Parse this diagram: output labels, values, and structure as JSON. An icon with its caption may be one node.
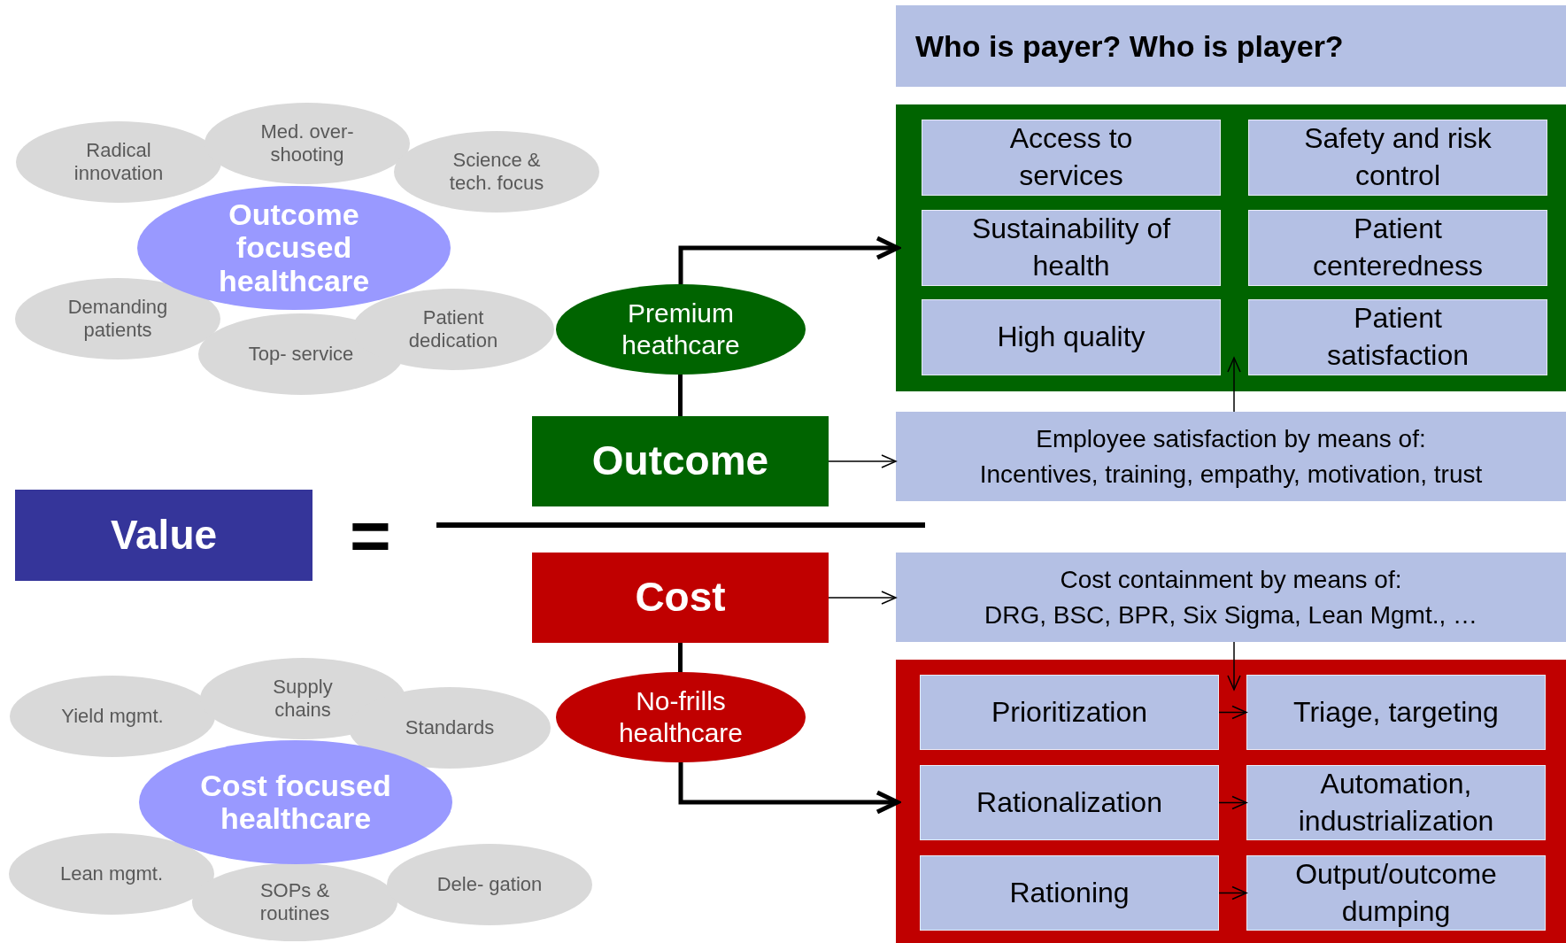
{
  "diagram": {
    "nodes": [
      {
        "text": [
          "Radical innovation"
        ]
      },
      {
        "text": [
          "Med. over- shooting"
        ]
      },
      {
        "text": [
          "Science & tech. focus"
        ]
      },
      {
        "text": [
          "Outcome focused healthcare"
        ]
      },
      {
        "text": [
          "Demanding patients"
        ]
      },
      {
        "text": [
          "Top- service"
        ]
      },
      {
        "text": [
          "Patient dedication"
        ]
      },
      {
        "text": [
          "Premium heathcare"
        ]
      },
      {
        "text": [
          "Outcome"
        ]
      },
      {
        "text": [
          "Value"
        ]
      },
      {
        "text": [
          "Cost"
        ]
      },
      {
        "text": [
          "No-frills healthcare"
        ]
      },
      {
        "text": [
          "Yield mgmt."
        ]
      },
      {
        "text": [
          "Supply chains"
        ]
      },
      {
        "text": [
          "Standards"
        ]
      },
      {
        "text": [
          "Cost focused healthcare"
        ]
      },
      {
        "text": [
          "Lean mgmt."
        ]
      },
      {
        "text": [
          "SOPs & routines"
        ]
      },
      {
        "text": [
          "Dele- gation"
        ]
      },
      {
        "text": [],
        "shape": "box"
      },
      {
        "text": [
          "Access to services"
        ],
        "in": 19
      },
      {
        "text": [
          "Safety and risk control"
        ],
        "in": 19
      },
      {
        "text": [
          "Sustainability of health"
        ],
        "in": 19
      },
      {
        "text": [
          "Patient centeredness"
        ],
        "in": 19
      },
      {
        "text": [
          "High quality"
        ],
        "in": 19
      },
      {
        "text": [
          "Patient satisfaction"
        ],
        "in": 19
      },
      {
        "text": [
          "Employee satisfaction by means of:",
          "Incentives, training, empathy, motivation, trust"
        ]
      },
      {
        "text": [
          "Cost containment by means of:",
          "DRG, BSC, BPR, Six Sigma, Lean Mgmt., …"
        ]
      },
      {
        "text": [],
        "shape": "box"
      },
      {
        "text": [
          "Prioritization"
        ],
        "in": 28
      },
      {
        "text": [
          "Triage, targeting"
        ],
        "in": 28
      },
      {
        "text": [
          "Rationalization"
        ],
        "in": 28
      },
      {
        "text": [
          "Automation, industrialization"
        ],
        "in": 28
      },
      {
        "text": [
          "Rationing"
        ],
        "in": 28
      },
      {
        "text": [
          "Output/outcome dumping"
        ],
        "in": 28
      },
      {
        "text": [
          "Who is payer? Who is player?"
        ]
      }
    ],
    "edges": [
      {
        "from": 8,
        "to": 7,
        "arrow": "none",
        "style": "thick"
      },
      {
        "from": 7,
        "to": 19,
        "arrow": "to",
        "style": "thick"
      },
      {
        "from": 8,
        "to": 26,
        "arrow": "to"
      },
      {
        "from": 26,
        "to": 19,
        "arrow": "to"
      },
      {
        "from": 10,
        "to": 11,
        "arrow": "none",
        "style": "thick"
      },
      {
        "from": 11,
        "to": 28,
        "arrow": "to",
        "style": "thick"
      },
      {
        "from": 10,
        "to": 27,
        "arrow": "to"
      },
      {
        "from": 27,
        "to": 28,
        "arrow": "to"
      },
      {
        "from": 29,
        "to": 30,
        "arrow": "to"
      },
      {
        "from": 31,
        "to": 32,
        "arrow": "to"
      },
      {
        "from": 33,
        "to": 34,
        "arrow": "to"
      }
    ],
    "labels": [
      "="
    ]
  }
}
